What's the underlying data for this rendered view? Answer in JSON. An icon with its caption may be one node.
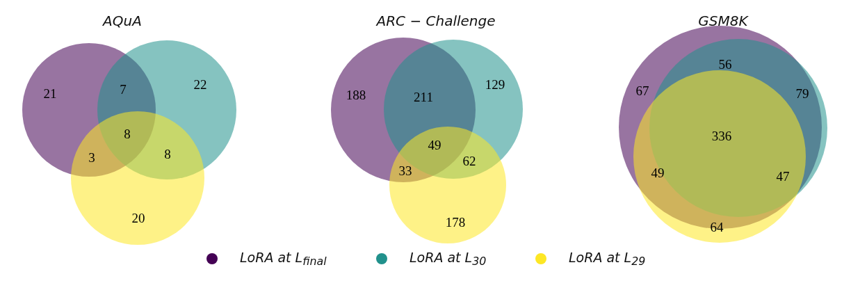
{
  "diagram": {
    "labels": [
      "AQuA",
      "21",
      "7",
      "22",
      "8",
      "3",
      "8",
      "20",
      "ARC − Challenge",
      "188",
      "211",
      "129",
      "49",
      "33",
      "62",
      "178",
      "GSM8K",
      "56",
      "67",
      "79",
      "336",
      "49",
      "47",
      "64"
    ],
    "legend": [
      {
        "text": "LoRA at L$_{final}$",
        "color": "#440154"
      },
      {
        "text": "LoRA at L$_{30}$",
        "color": "#21918c"
      },
      {
        "text": "LoRA at L$_{29}$",
        "color": "#fde725"
      }
    ]
  }
}
